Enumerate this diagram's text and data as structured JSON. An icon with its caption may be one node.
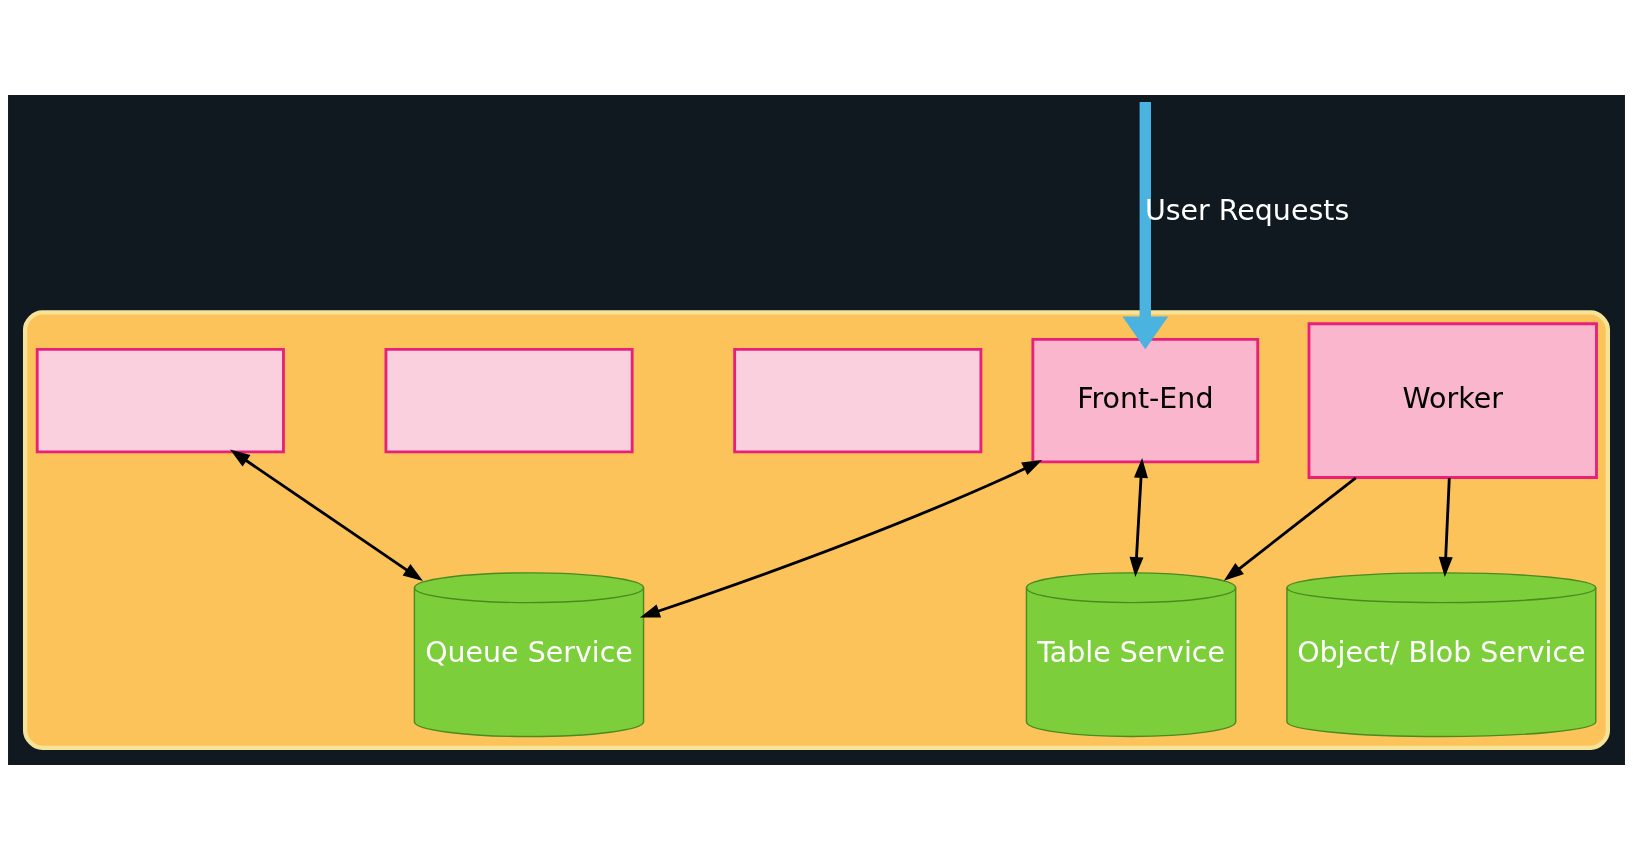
{
  "diagram": {
    "nodes": [
      {
        "text": [],
        "shape": "cloud"
      },
      {
        "text": [
          "Front-End"
        ],
        "in": 0
      },
      {
        "text": [],
        "shape": "box",
        "in": 0
      },
      {
        "text": [],
        "shape": "box",
        "in": 0
      },
      {
        "text": [],
        "shape": "box",
        "in": 0
      },
      {
        "text": [
          "Worker"
        ],
        "in": 0
      },
      {
        "text": [
          "Queue Service"
        ],
        "in": 0
      },
      {
        "text": [
          "Table Service"
        ],
        "in": 0
      },
      {
        "text": [
          "Object/ Blob Service"
        ],
        "in": 0
      }
    ],
    "edges": [
      {
        "from": null,
        "to": 1,
        "arrow": "to",
        "label": "User Requests",
        "style": "thick",
        "color": "#4ab3e0"
      },
      {
        "from": 1,
        "to": 6,
        "arrow": "both"
      },
      {
        "from": 6,
        "to": 2,
        "arrow": "both"
      },
      {
        "from": 1,
        "to": 7,
        "arrow": "both"
      },
      {
        "from": 5,
        "to": 7,
        "arrow": "to"
      },
      {
        "from": 5,
        "to": 8,
        "arrow": "to"
      }
    ]
  }
}
